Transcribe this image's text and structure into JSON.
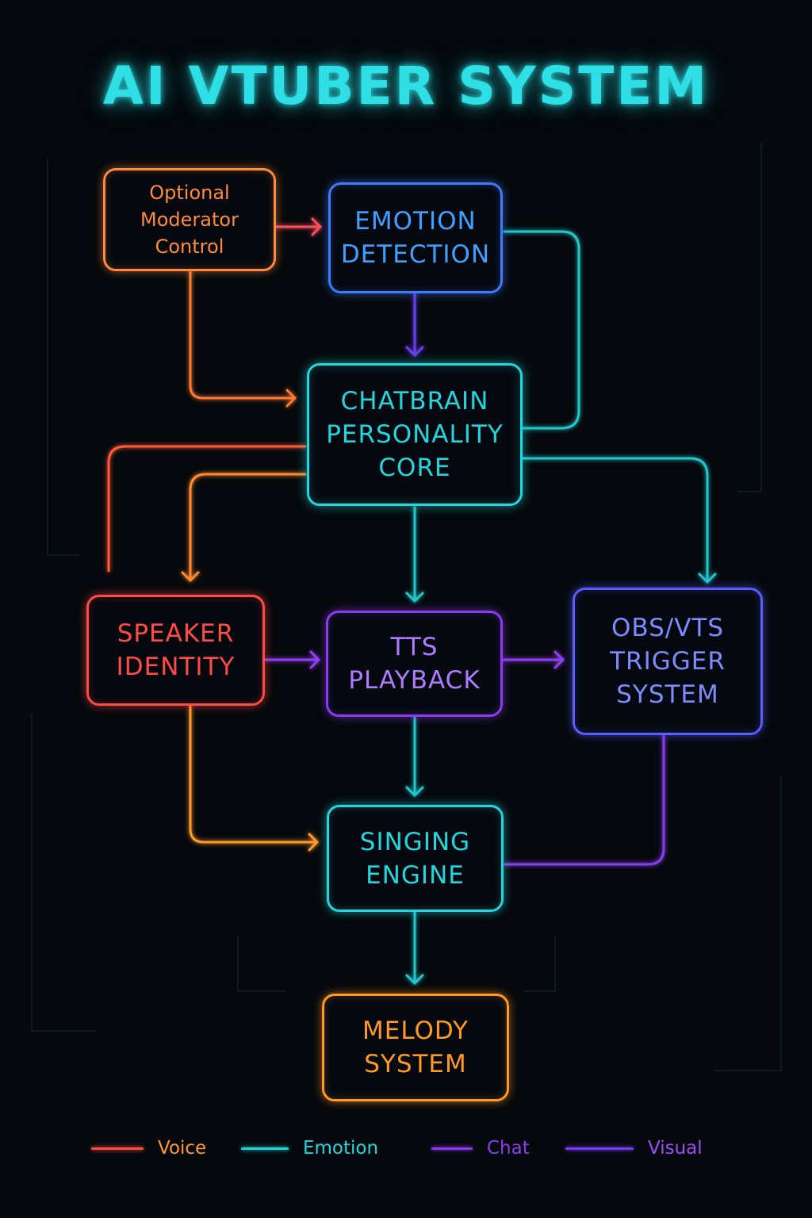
{
  "title": "AI VTUBER SYSTEM",
  "nodes": {
    "moderator": {
      "label": "Optional\nModerator\nControl",
      "color": "#ff8a3c"
    },
    "emotion": {
      "label": "EMOTION\nDETECTION",
      "color": "#3d7bff"
    },
    "chatbrain": {
      "label": "CHATBRAIN\nPERSONALITY\nCORE",
      "color": "#21d6dc"
    },
    "speaker": {
      "label": "SPEAKER\nIDENTITY",
      "color": "#ff4a45"
    },
    "tts": {
      "label": "TTS\nPLAYBACK",
      "color": "#8b3cf0"
    },
    "obs": {
      "label": "OBS/VTS\nTRIGGER\nSYSTEM",
      "color": "#5a5cff"
    },
    "singing": {
      "label": "SINGING\nENGINE",
      "color": "#21d6dc"
    },
    "melody": {
      "label": "MELODY\nSYSTEM",
      "color": "#ff9a1f"
    }
  },
  "legend": [
    {
      "label": "Voice",
      "line_color": "#ff4a45",
      "text_color": "#ff9a2e"
    },
    {
      "label": "Emotion",
      "line_color": "#21d6dc",
      "text_color": "#21d6dc"
    },
    {
      "label": "Chat",
      "line_color": "#8b3cf0",
      "text_color": "#8b3cf0"
    },
    {
      "label": "Visual",
      "line_color": "#7a3cf5",
      "text_color": "#a04cf5"
    }
  ]
}
